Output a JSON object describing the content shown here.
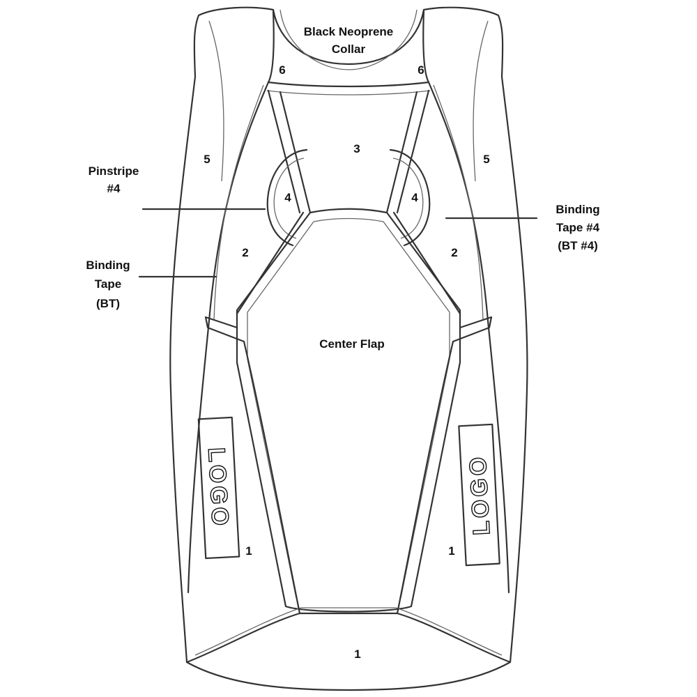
{
  "diagram": {
    "collar_label": [
      "Black Neoprene",
      "Collar"
    ],
    "panel_labels": {
      "six_left": "6",
      "six_right": "6",
      "three": "3",
      "five_left": "5",
      "five_right": "5",
      "four_left": "4",
      "four_right": "4",
      "two_left": "2",
      "two_right": "2",
      "one_left": "1",
      "one_right": "1",
      "one_bottom": "1"
    },
    "center_flap": "Center Flap",
    "pinstripe_label": [
      "Pinstripe",
      "#4"
    ],
    "binding_tape_label": [
      "Binding",
      "Tape",
      "(BT)"
    ],
    "binding_tape4_label": [
      "Binding",
      "Tape #4",
      "(BT #4)"
    ],
    "logo_left": "LOGO",
    "logo_right": "LOGO"
  }
}
